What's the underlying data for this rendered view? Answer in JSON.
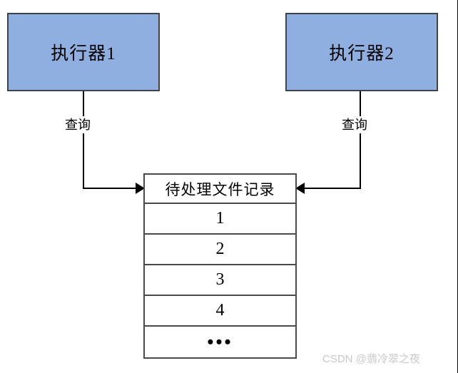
{
  "diagram": {
    "nodes": [
      {
        "id": "executor-1",
        "label": "执行器1"
      },
      {
        "id": "executor-2",
        "label": "执行器2"
      }
    ],
    "edges": [
      {
        "id": "edge-left",
        "label": "查询",
        "from": "executor-1",
        "to": "record-table",
        "direction": "down-right"
      },
      {
        "id": "edge-right",
        "label": "查询",
        "from": "executor-2",
        "to": "record-table",
        "direction": "down-left"
      }
    ],
    "table": {
      "header": "待处理文件记录",
      "rows": [
        "1",
        "2",
        "3",
        "4",
        "•••"
      ]
    },
    "watermark": "CSDN @翡冷翠之夜",
    "colors": {
      "node_fill": "#8FAFE0",
      "node_border": "#3f444b",
      "table_border": "#4a4a4a",
      "connector": "#000000",
      "watermark": "#c9c9c9",
      "background": "#ffffff"
    }
  }
}
